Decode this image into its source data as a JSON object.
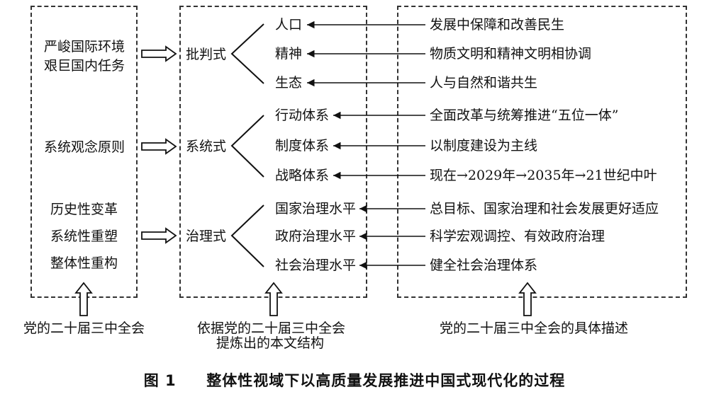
{
  "left": {
    "block1": [
      "严峻国际环境",
      "艰巨国内任务"
    ],
    "block2": "系统观念原则",
    "block3": [
      "历史性变革",
      "系统性重塑",
      "整体性重构"
    ],
    "footer": "党的二十届三中全会"
  },
  "middle": {
    "groups": [
      {
        "name": "批判式",
        "items": [
          "人口",
          "精神",
          "生态"
        ]
      },
      {
        "name": "系统式",
        "items": [
          "行动体系",
          "制度体系",
          "战略体系"
        ]
      },
      {
        "name": "治理式",
        "items": [
          "国家治理水平",
          "政府治理水平",
          "社会治理水平"
        ]
      }
    ],
    "footer": [
      "依据党的二十届三中全会",
      "提炼出的本文结构"
    ]
  },
  "right": {
    "items": [
      "发展中保障和改善民生",
      "物质文明和精神文明相协调",
      "人与自然和谐共生",
      "全面改革与统筹推进“五位一体”",
      "以制度建设为主线",
      "现在→2029年→2035年→21世纪中叶",
      "总目标、国家治理和社会发展更好适应",
      "科学宏观调控、有效政府治理",
      "健全社会治理体系"
    ],
    "footer": "党的二十届三中全会的具体描述"
  },
  "caption": {
    "label": "图 1",
    "title": "整体性视域下以高质量发展推进中国式现代化的过程"
  }
}
